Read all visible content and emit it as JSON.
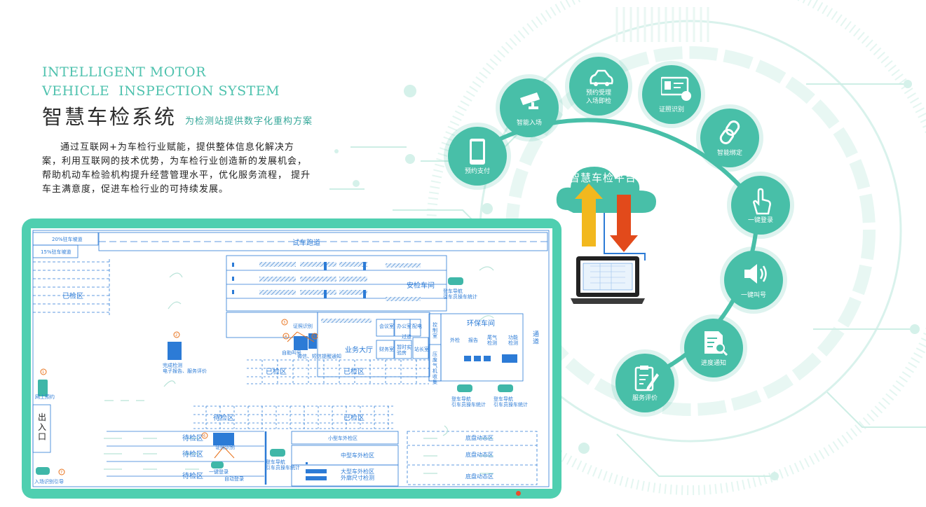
{
  "heading": {
    "en_line1": "INTELLIGENT MOTOR",
    "en_line2": "VEHICLE  INSPECTION SYSTEM",
    "cn_title": "智慧车检系统",
    "cn_subtitle": "为检测站提供数字化重构方案"
  },
  "intro": "通过互联网+为车检行业赋能，提供整体信息化解决方案，利用互联网的技术优势，为车检行业创造新的发展机会，帮助机动车检验机构提升经营管理水平，优化服务流程，  提升车主满意度，促进车检行业的可持续发展。",
  "platform": {
    "title": "智慧车检平台"
  },
  "services": [
    {
      "label": "预约支付",
      "icon": "phone-icon"
    },
    {
      "label": "智能入场",
      "icon": "camera-icon"
    },
    {
      "label": "预约受理\n入场即检",
      "icon": "car-icon"
    },
    {
      "label": "证照识别",
      "icon": "id-card-icon"
    },
    {
      "label": "智能绑定",
      "icon": "link-icon"
    },
    {
      "label": "一键登录",
      "icon": "touch-icon"
    },
    {
      "label": "一键叫号",
      "icon": "speaker-icon"
    },
    {
      "label": "进度通知",
      "icon": "document-search-icon"
    },
    {
      "label": "服务评价",
      "icon": "clipboard-pen-icon"
    }
  ],
  "plan": {
    "ramp_20": "20%驻车坡道",
    "ramp_15": "15%驻车坡道",
    "test_track": "试车跑道",
    "checked_left": "已检区",
    "safety_workshop": "安检车间",
    "env_workshop": "环保车间",
    "channel": "通\n道",
    "control_room": "控\n制\n室",
    "exhaust": "压\n废\n气\n机\n收\n集",
    "meeting_room": "会议室",
    "office": "办公室",
    "power_room": "配电",
    "station_master": "站长室",
    "corridor": "过道",
    "finance": "财务室",
    "lounge": "暂时实\n验房",
    "business_hall": "业务大厅",
    "checked_1": "已检区",
    "checked_2": "已检区",
    "checked_3": "已检区",
    "pending_top": "待检区",
    "pending_1": "待检区",
    "pending_2": "待检区",
    "pending_3": "待检区",
    "small_ext": "小型车外检区",
    "mid_ext": "中型车外检区",
    "large_ext": "大型车外检区\n外廓尺寸检测",
    "chassis_1": "底盘动态区",
    "chassis_2": "底盘动态区",
    "chassis_3": "底盘动态区",
    "entry_exit": "出\n入\n口",
    "tag_evaluate": "完成检测\n电子报告、服务评价",
    "tag_online": "网上预约",
    "tag_entry": "入场识别引导",
    "tag_call": "自助叫号",
    "tag_notice": "微信、短信提醒通知",
    "tag_id": "证照识别",
    "tag_login": "一键登录",
    "tag_bind": "证照识别",
    "tag_unmanned": "自动登录",
    "tag_guide1": "登车导航\n引车员操车统计",
    "tag_guide2": "登车导航\n引车员操车统计",
    "tag_guide3": "登车导航\n引车员操车统计",
    "tag_guide4": "登车导航\n引车员操车统计",
    "env_a": "外检",
    "env_b": "报告",
    "env_c": "尾气\n检测",
    "env_d": "功能\n检测",
    "num_1": "1",
    "num_2": "2",
    "num_3": "3",
    "num_4": "4",
    "num_5": "5",
    "num_6": "6",
    "num_7": "7",
    "num_8": "8"
  },
  "colors": {
    "accent": "#48bfa8",
    "panel": "#4fcfb0",
    "plan_blue": "#2c7bd6",
    "arrow_up": "#f2b81e",
    "arrow_down": "#e24a1b"
  }
}
